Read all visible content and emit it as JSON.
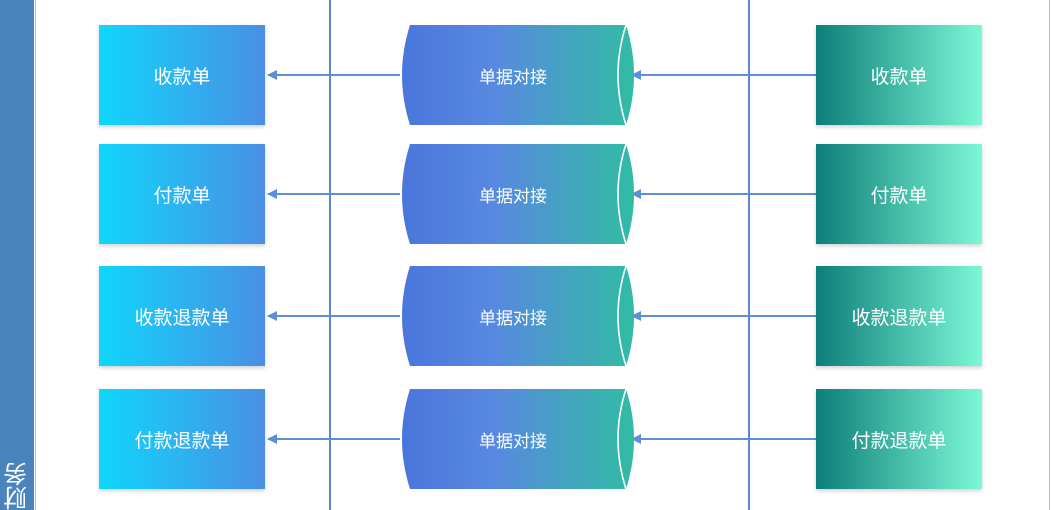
{
  "lane": {
    "label": "财务"
  },
  "rows": [
    {
      "left": "收款单",
      "middle": "单据对接",
      "right": "收款单"
    },
    {
      "left": "付款单",
      "middle": "单据对接",
      "right": "付款单"
    },
    {
      "left": "收款退款单",
      "middle": "单据对接",
      "right": "收款退款单"
    },
    {
      "left": "付款退款单",
      "middle": "单据对接",
      "right": "付款退款单"
    }
  ],
  "colors": {
    "lane": "#4a84bd",
    "arrow": "#5b8fd9",
    "left_box_start": "#10d6fc",
    "left_box_end": "#4a8fe3",
    "right_box_start": "#0d7e7a",
    "right_box_end": "#7cf8d6",
    "cylinder_start": "#4a76dc",
    "cylinder_end": "#31bca4"
  }
}
